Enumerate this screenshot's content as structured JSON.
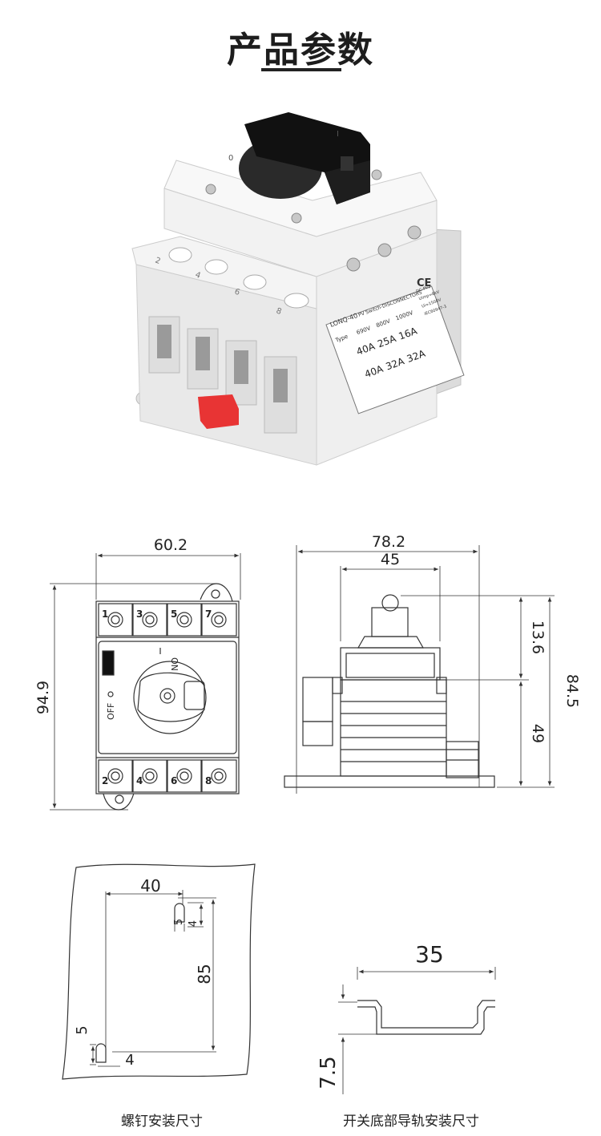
{
  "header": {
    "title": "产品参数"
  },
  "product": {
    "model_label": "LONQ-40",
    "subtitle": "PV Switch-DISCONNECTORS",
    "table": {
      "headers": [
        "Type",
        "690V",
        "800V",
        "1000V"
      ],
      "rows": [
        [
          "",
          "40A",
          "25A",
          "16A"
        ],
        [
          "",
          "40A",
          "32A",
          "32A"
        ]
      ]
    },
    "spec_lines": [
      "DC-PV2",
      "Uimp=8kV",
      "Ui=1500V",
      "IEC60947-3"
    ],
    "terminal_marks": [
      "2",
      "4",
      "6",
      "8"
    ],
    "handle_marks": [
      "0",
      "I"
    ]
  },
  "front_view": {
    "width_dim": "60.2",
    "height_dim": "94.9",
    "top_terminals": [
      "1",
      "3",
      "5",
      "7"
    ],
    "bottom_terminals": [
      "2",
      "4",
      "6",
      "8"
    ],
    "on_label": "ON",
    "off_label": "OFF"
  },
  "side_view": {
    "total_width_dim": "78.2",
    "inner_width_dim": "45",
    "total_height_dim": "84.5",
    "knob_height_dim": "13.6",
    "body_height_dim": "49"
  },
  "screw_mount": {
    "h_dim": "40",
    "v_dim": "85",
    "hole_dim_a": "5",
    "hole_dim_b": "4",
    "hole_dim_c": "5",
    "hole_dim_d": "4",
    "caption": "螺钉安装尺寸"
  },
  "rail_mount": {
    "width_dim": "35",
    "depth_dim": "7.5",
    "caption": "开关底部导轨安装尺寸"
  }
}
